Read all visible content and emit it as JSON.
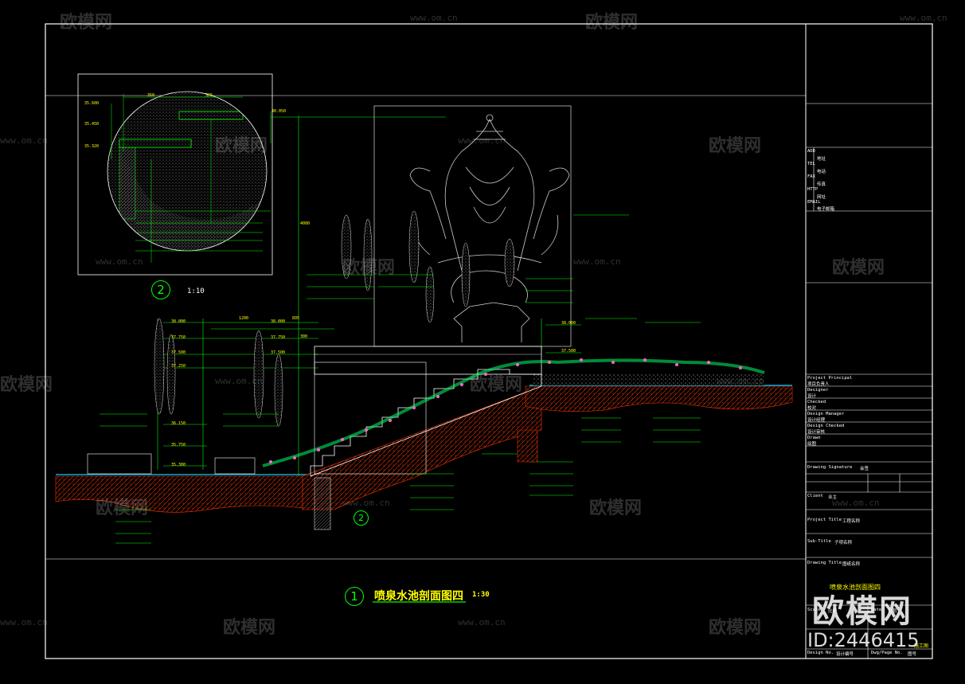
{
  "drawing": {
    "main_title": "喷泉水池剖面图四",
    "main_scale": "1:30",
    "main_number": "1",
    "detail_number": "2",
    "detail_scale": "1:10",
    "callout_number": "2",
    "sheet_title": "喷泉水池剖面图四"
  },
  "watermark": {
    "brand": "欧模网",
    "url": "www.om.cn",
    "logo": "欧模网",
    "id": "ID:2446415"
  },
  "elevations": {
    "detail": [
      "35.600",
      "35.450",
      "35.320",
      "40.050"
    ],
    "main_left": [
      "38.000",
      "37.750",
      "37.500",
      "37.250",
      "36.150",
      "35.750",
      "35.300"
    ],
    "main_mid": [
      "38.000",
      "37.750",
      "37.500"
    ],
    "main_right": [
      "38.000",
      "37.500"
    ]
  },
  "dimensions": {
    "detail_top": [
      "350",
      "365"
    ],
    "main": [
      "1200",
      "895",
      "4000",
      "300"
    ]
  },
  "title_block": {
    "rows": [
      {
        "label": "Project Principal",
        "value": "项目负责人"
      },
      {
        "label": "Designer",
        "value": "设计"
      },
      {
        "label": "Checked",
        "value": "校对"
      },
      {
        "label": "Design Manager",
        "value": "设计经理"
      },
      {
        "label": "Design Checked",
        "value": "设计审核"
      },
      {
        "label": "Drawn",
        "value": "绘图"
      },
      {
        "label": "Drawing Signature",
        "value": "会签"
      },
      {
        "label": "Client",
        "value": "业主"
      },
      {
        "label": "Project Title",
        "value": "工程名称"
      },
      {
        "label": "Sub-Title",
        "value": "子项名称"
      },
      {
        "label": "Drawing Title",
        "value": "图纸名称"
      }
    ],
    "contact": [
      {
        "label": "ADD",
        "value": "地址"
      },
      {
        "label": "TEL",
        "value": "电话"
      },
      {
        "label": "FAX",
        "value": "传真"
      },
      {
        "label": "HTTP",
        "value": "网址"
      },
      {
        "label": "EMAIL",
        "value": "电子邮箱"
      }
    ],
    "bottom": [
      {
        "label": "Scale",
        "value": "比例"
      },
      {
        "label": "Date",
        "value": "日期"
      },
      {
        "label": "Design No.",
        "value": "设计编号"
      },
      {
        "label": "Dwg/Page No.",
        "value": "图号"
      }
    ],
    "stamp": "施工图"
  },
  "colors": {
    "frame": "#ffffff",
    "dim": "#ffff00",
    "detail": "#00ff00",
    "plant": "#ff66cc",
    "earth": "#ff3300",
    "water": "#00ccff",
    "sculpture": "#cccccc"
  }
}
